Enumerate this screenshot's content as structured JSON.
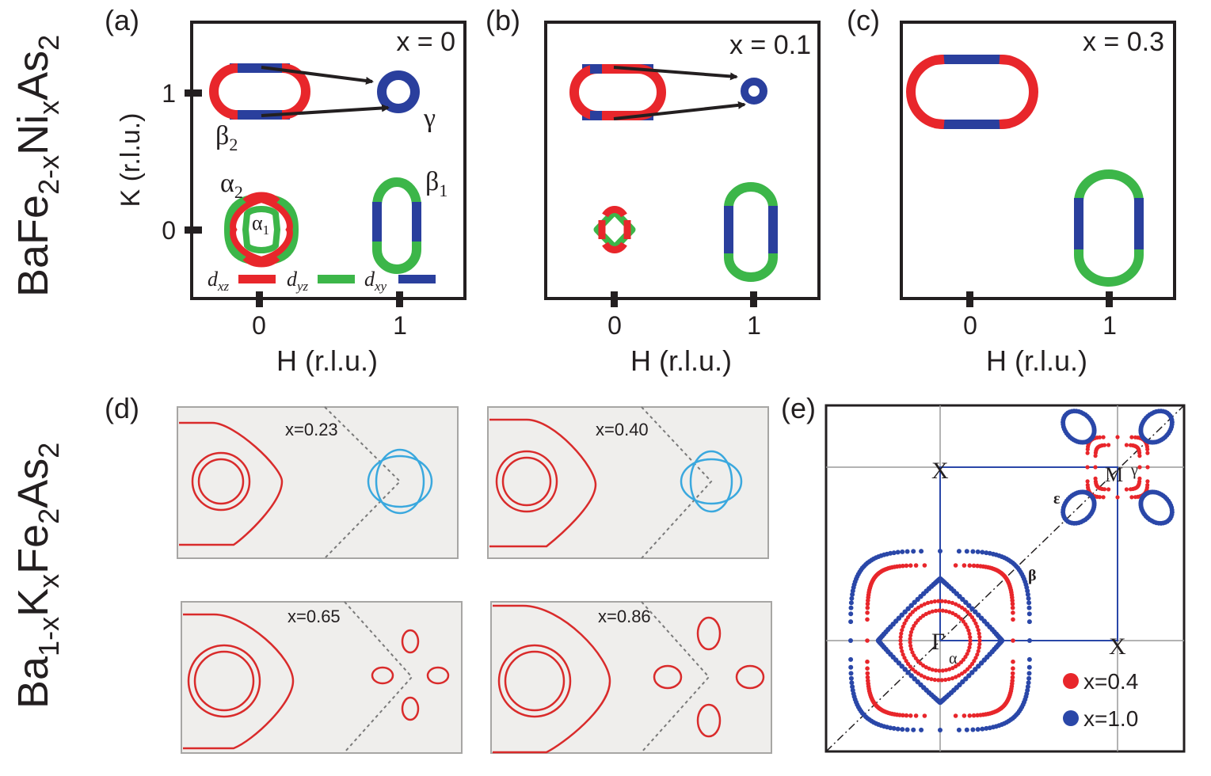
{
  "row_labels": {
    "top": {
      "base": "BaFe",
      "sub1": "2-x",
      "mid": "Ni",
      "sub2": "x",
      "tail": "As",
      "sub3": "2"
    },
    "bottom": {
      "base": "Ba",
      "sub1": "1-x",
      "mid": "K",
      "sub2": "x",
      "tail": "Fe",
      "sub3": "2",
      "tail2": "As",
      "sub4": "2"
    }
  },
  "panels": {
    "a": {
      "label": "(a)",
      "x_value": "x = 0"
    },
    "b": {
      "label": "(b)",
      "x_value": "x = 0.1"
    },
    "c": {
      "label": "(c)",
      "x_value": "x = 0.3"
    },
    "d": {
      "label": "(d)",
      "sub_labels": [
        "x=0.23",
        "x=0.40",
        "x=0.65",
        "x=0.86"
      ]
    },
    "e": {
      "label": "(e)"
    }
  },
  "axes": {
    "x_title": "H (r.l.u.)",
    "y_title": "K (r.l.u.)",
    "x_ticks": [
      "0",
      "1"
    ],
    "y_ticks": [
      "0",
      "1"
    ]
  },
  "pocket_labels": {
    "beta2": {
      "main": "β",
      "sub": "2"
    },
    "gamma": "γ",
    "alpha2": {
      "main": "α",
      "sub": "2"
    },
    "alpha1": {
      "main": "α",
      "sub": "1"
    },
    "beta1": {
      "main": "β",
      "sub": "1"
    }
  },
  "orbital_legend": [
    {
      "main": "d",
      "sub": "xz",
      "color": "#e8262b"
    },
    {
      "main": "d",
      "sub": "yz",
      "color": "#3cb649"
    },
    {
      "main": "d",
      "sub": "xy",
      "color": "#2a3f9d"
    }
  ],
  "panel_e": {
    "points": [
      "X",
      "M",
      "γ",
      "ε",
      "β",
      "Γ",
      "α",
      "X"
    ],
    "legend": [
      {
        "label": "x=0.4",
        "color": "#e8262b"
      },
      {
        "label": "x=1.0",
        "color": "#2a47a8"
      }
    ]
  },
  "colors": {
    "red": "#e8262b",
    "green": "#3cb649",
    "blue": "#2a3f9d",
    "cyan": "#3aa8de",
    "panel_bg": "#efeeec"
  }
}
